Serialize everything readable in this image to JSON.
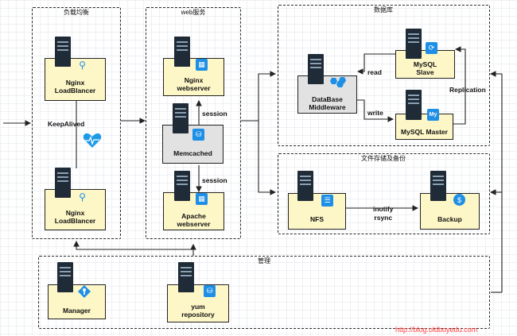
{
  "groups": {
    "lb": "负载均衡",
    "web": "web服务",
    "db": "数据库",
    "fs": "文件存储及备份",
    "mgmt": "管理"
  },
  "nodes": {
    "nginx_top": "Nginx\nLoadBlancer",
    "nginx_bottom": "Nginx\nLoadBlancer",
    "nginx_web": "Nginx\nwebserver",
    "memcached": "Memcached",
    "apache_web": "Apache\nwebserver",
    "db_middleware": "DataBase\nMiddleware",
    "mysql_slave": "MySQL\nSlave",
    "mysql_master": "MySQL Master",
    "nfs": "NFS",
    "backup": "Backup",
    "manager": "Manager",
    "yum": "yum\nrepository"
  },
  "edge_labels": {
    "keepalived": "KeepAlived",
    "session_top": "session",
    "session_bottom": "session",
    "read": "read",
    "write": "write",
    "replication": "Replication",
    "inotify_rsync": "inotify\nrsync"
  },
  "watermark": "http://blog.oldboyedu.com",
  "icons": {
    "server": "server-rack-icon",
    "network": "network-share-icon",
    "heartbeat": "heartbeat-icon",
    "browser": "web-browser-icon",
    "database": "database-icon",
    "hex": "middleware-hex-icon",
    "document": "document-icon",
    "backup": "backup-bag-icon",
    "key": "key-icon"
  },
  "colors": {
    "node_fill": "#fdf6c6",
    "memcached_fill": "#e2e2e2",
    "icon_blue": "#1e8fe6",
    "watermark": "#ff3b3b"
  }
}
